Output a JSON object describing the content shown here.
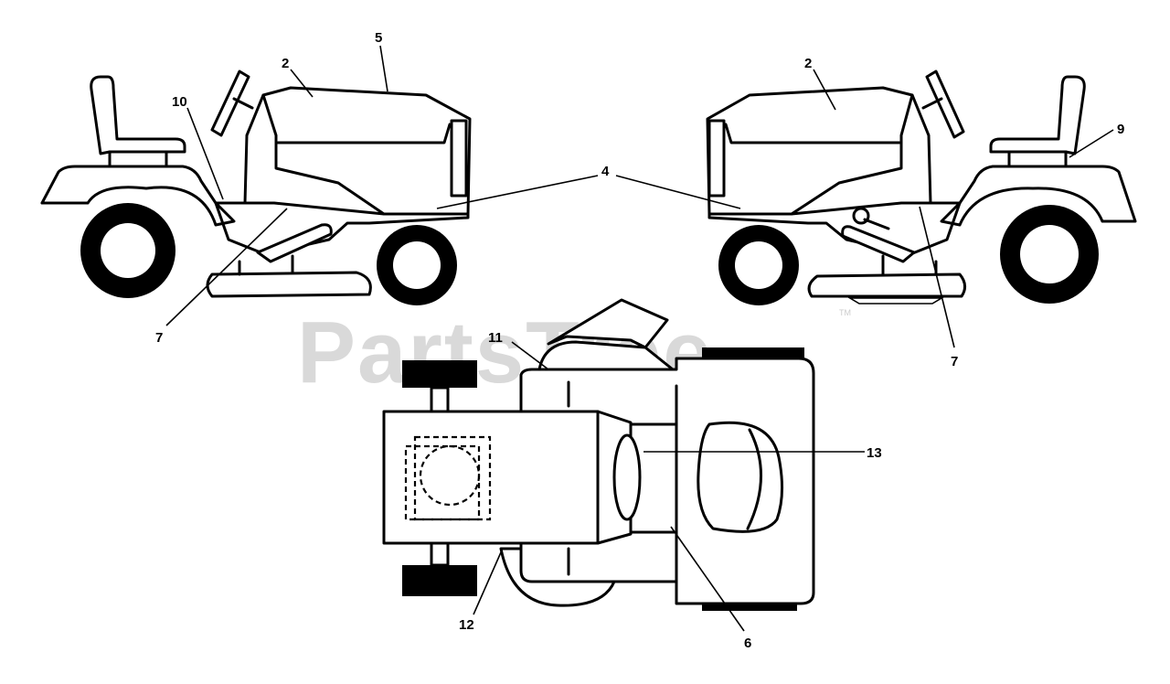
{
  "watermark": {
    "text": "PartsTree",
    "trademark": "TM"
  },
  "callouts": {
    "left_mower": {
      "c2": "2",
      "c5": "5",
      "c10": "10",
      "c7": "7"
    },
    "right_mower": {
      "c2": "2",
      "c9": "9",
      "c7": "7"
    },
    "shared": {
      "c4": "4"
    },
    "top_view": {
      "c11": "11",
      "c13": "13",
      "c12": "12",
      "c6": "6"
    }
  }
}
